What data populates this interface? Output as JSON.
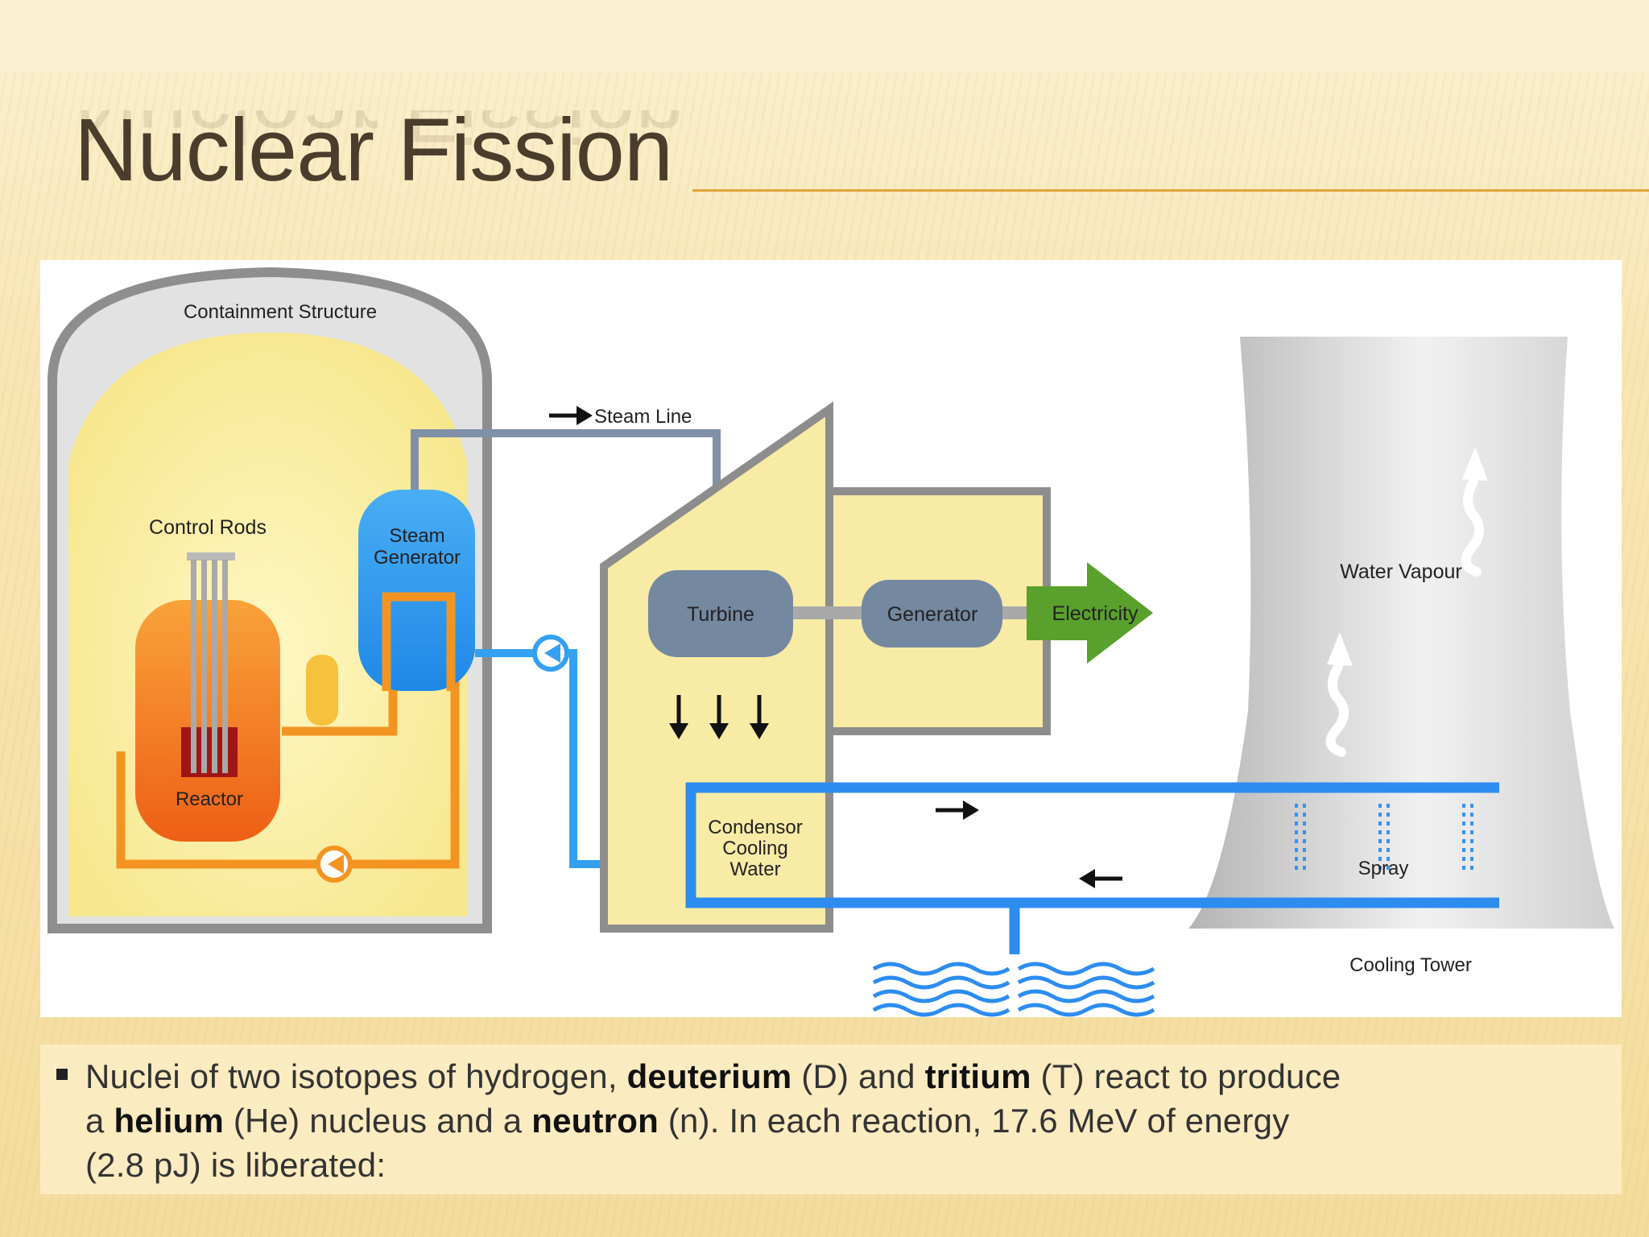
{
  "slide": {
    "title": "Nuclear Fission"
  },
  "diagram": {
    "labels": {
      "containment": "Containment Structure",
      "control_rods": "Control Rods",
      "reactor": "Reactor",
      "steam_generator_line1": "Steam",
      "steam_generator_line2": "Generator",
      "steam_line": "Steam Line",
      "turbine": "Turbine",
      "generator": "Generator",
      "electricity": "Electricity",
      "condenser_line1": "Condensor",
      "condenser_line2": "Cooling",
      "condenser_line3": "Water",
      "water_vapour": "Water Vapour",
      "spray": "Spray",
      "cooling_tower": "Cooling Tower"
    },
    "colors": {
      "containment_shell": "#8e8e8e",
      "containment_fill": "#e2e2e2",
      "inner_glow": "#fbf2b0",
      "reactor_core": "#f17d1a",
      "primary_loop": "#f39422",
      "steam_generator": "#2a9bf0",
      "cooling_water": "#2d8cf0",
      "machine_fill": "#f8eba6",
      "machine_outline": "#8d8d8d",
      "turbine": "#7488a0",
      "electricity": "#5aa02c",
      "tower": "#c8c8c8"
    }
  },
  "bullet": {
    "line1_part1": "Nuclei of two isotopes of hydrogen, ",
    "line1_bold1": "deuterium",
    "line1_part2": " (D) and ",
    "line1_bold2": "tritium",
    "line1_part3": " (T) react to produce",
    "line2_part1": "a ",
    "line2_bold1": "helium",
    "line2_part2": " (He) nucleus and a ",
    "line2_bold2": "neutron",
    "line2_part3": " (n). In each reaction, 17.6 MeV of energy",
    "line3": "(2.8 pJ) is liberated:"
  }
}
